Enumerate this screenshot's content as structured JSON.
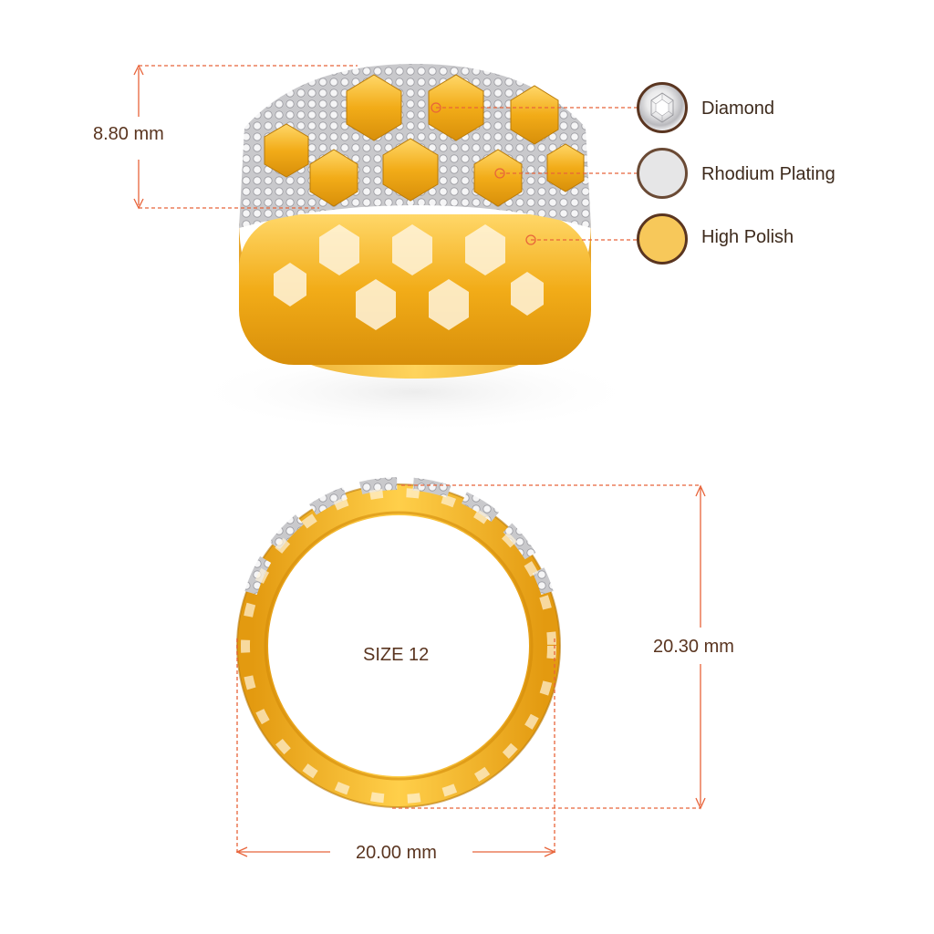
{
  "dimensions": {
    "height_label": "8.80 mm",
    "outer_label": "20.30 mm",
    "width_label": "20.00 mm",
    "size_label": "SIZE 12"
  },
  "legend": [
    {
      "label": "Diamond",
      "icon": "diamond-swatch-icon"
    },
    {
      "label": "Rhodium Plating",
      "icon": "rhodium-swatch-icon"
    },
    {
      "label": "High Polish",
      "icon": "high-polish-swatch-icon"
    }
  ],
  "colors": {
    "accent": "#e8643a",
    "gold": "#f2b022",
    "gold_dark": "#c98a0a",
    "diamond": "#e9e9ea",
    "text": "#5a3520"
  }
}
